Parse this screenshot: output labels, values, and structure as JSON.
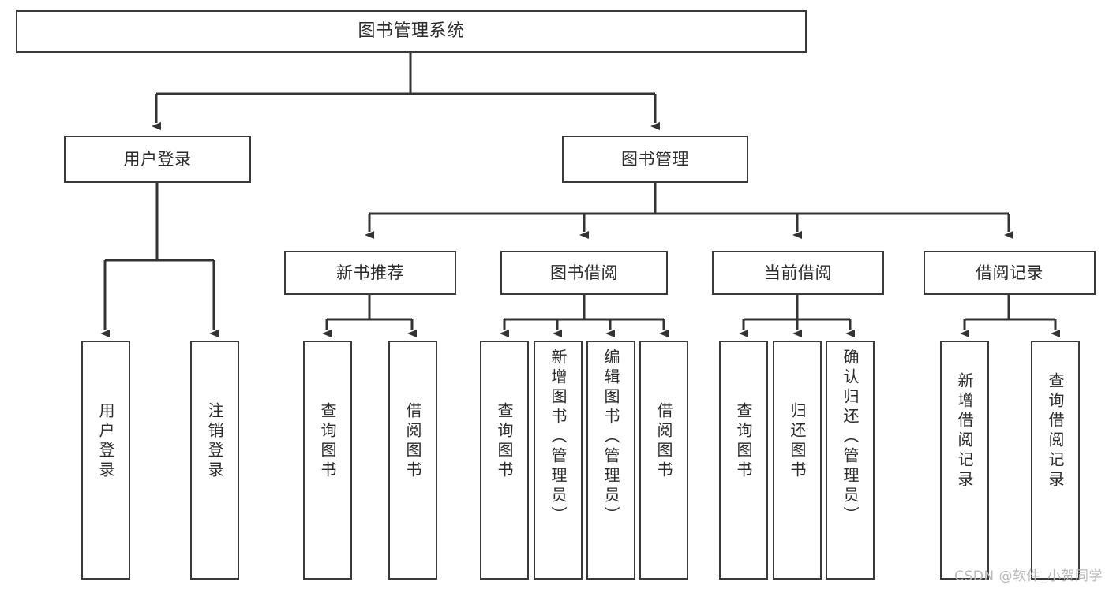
{
  "diagram": {
    "title": "图书管理系统",
    "type": "tree-hierarchy",
    "watermark": "CSDN @软件_小贺同学",
    "colors": {
      "border": "#3a3a3a",
      "text": "#2b2b2b",
      "background": "#ffffff",
      "connector": "#333333",
      "watermark": "#b9b9b9"
    },
    "nodes": {
      "root": {
        "label": "图书管理系统"
      },
      "level1": [
        {
          "label": "用户登录"
        },
        {
          "label": "图书管理"
        }
      ],
      "level2": [
        {
          "label": "新书推荐"
        },
        {
          "label": "图书借阅"
        },
        {
          "label": "当前借阅"
        },
        {
          "label": "借阅记录"
        }
      ],
      "leaves": {
        "user_login": [
          {
            "label": "用户登录"
          },
          {
            "label": "注销登录"
          }
        ],
        "new_book_recommend": [
          {
            "label": "查询图书"
          },
          {
            "label": "借阅图书"
          }
        ],
        "book_borrow": [
          {
            "label": "查询图书"
          },
          {
            "label": "新增图书（管理员）"
          },
          {
            "label": "编辑图书（管理员）"
          },
          {
            "label": "借阅图书"
          }
        ],
        "current_borrow": [
          {
            "label": "查询图书"
          },
          {
            "label": "归还图书"
          },
          {
            "label": "确认归还（管理员）"
          }
        ],
        "borrow_record": [
          {
            "label": "新增借阅记录"
          },
          {
            "label": "查询借阅记录"
          }
        ]
      }
    }
  }
}
